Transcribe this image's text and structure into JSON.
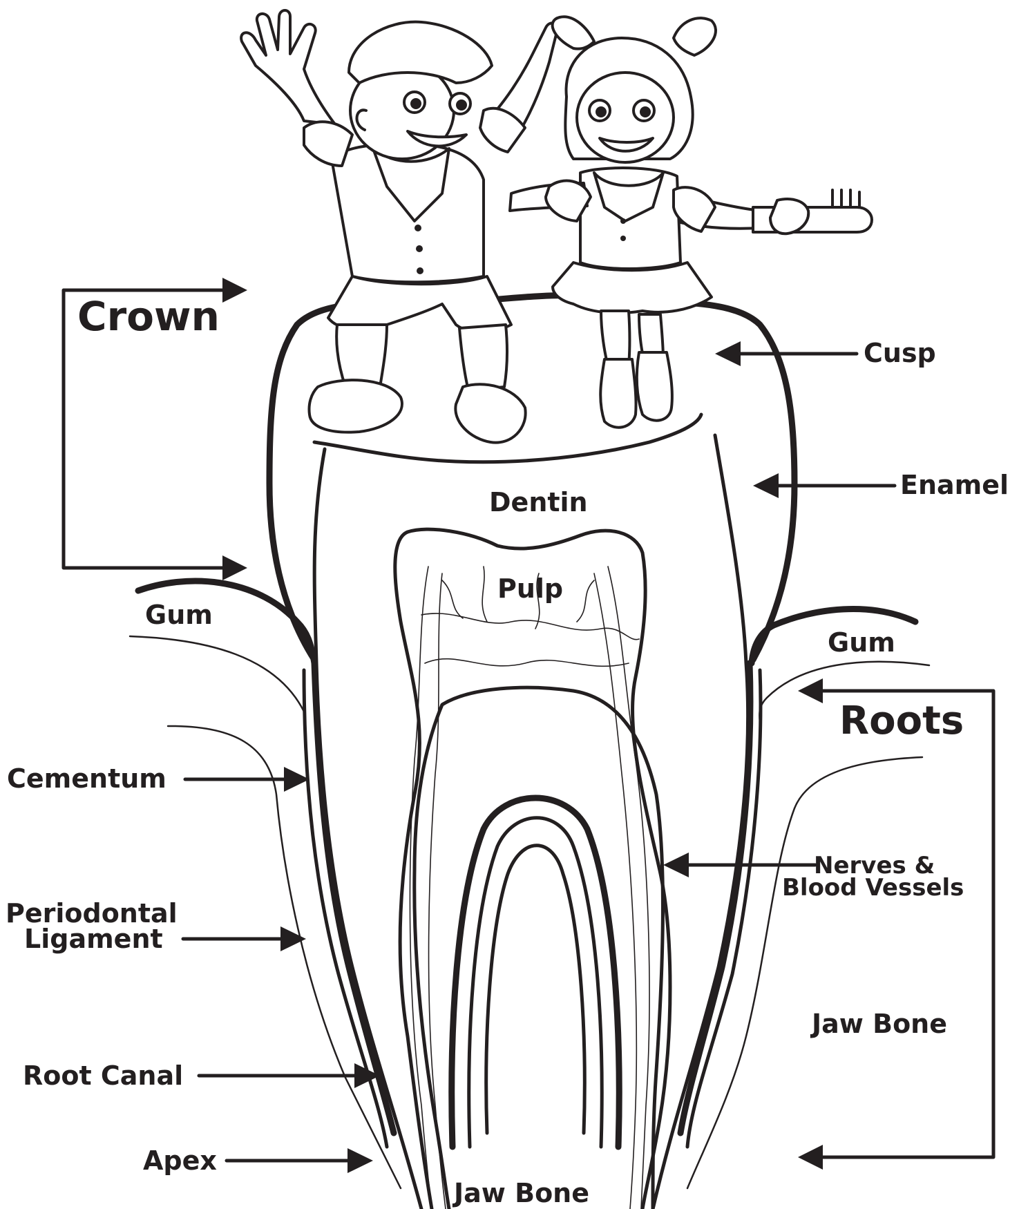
{
  "labels": {
    "crown": "Crown",
    "cusp": "Cusp",
    "enamel": "Enamel",
    "dentin": "Dentin",
    "pulp": "Pulp",
    "gum_left": "Gum",
    "gum_right": "Gum",
    "roots": "Roots",
    "cementum": "Cementum",
    "periodontal_line1": "Periodontal",
    "periodontal_line2": "Ligament",
    "nerves_line1": "Nerves &",
    "nerves_line2": "Blood Vessels",
    "root_canal": "Root Canal",
    "jaw_bone_right": "Jaw Bone",
    "apex": "Apex",
    "jaw_bone_bottom": "Jaw Bone"
  },
  "colors": {
    "ink": "#231f20",
    "background": "#ffffff"
  },
  "illustration": {
    "characters": [
      "boy-cartoon",
      "girl-cartoon"
    ],
    "held_item": "toothbrush-icon"
  }
}
